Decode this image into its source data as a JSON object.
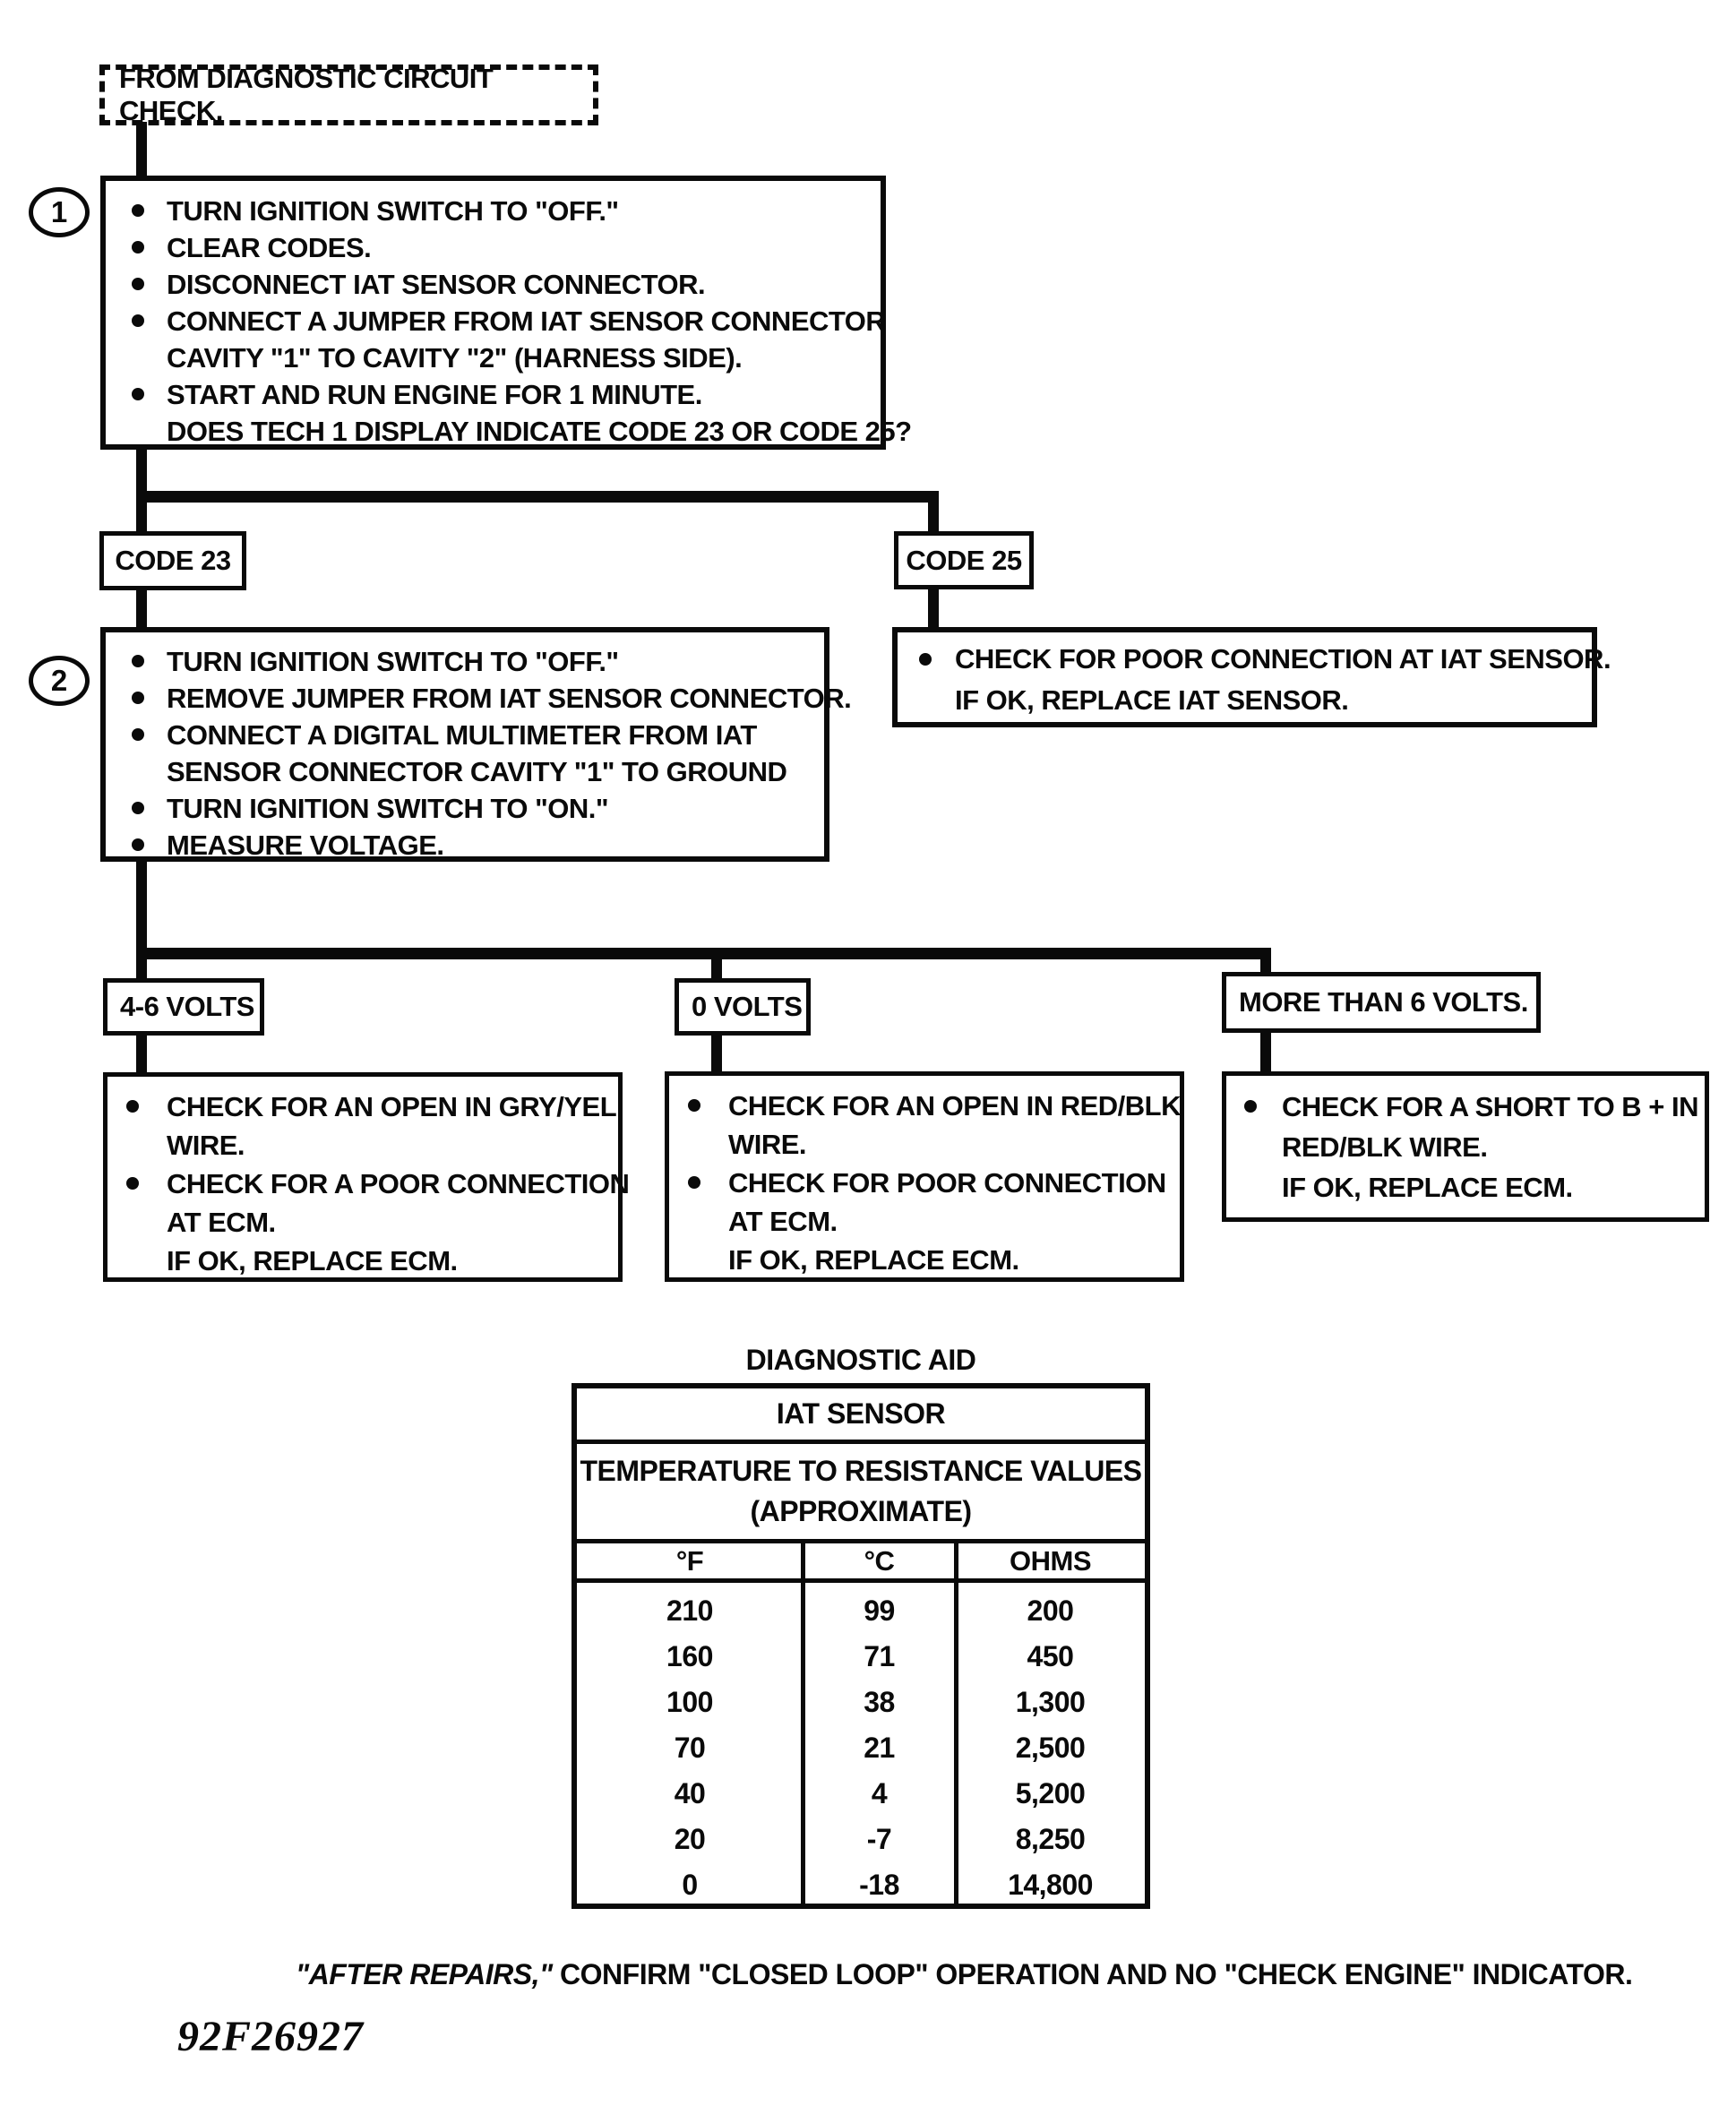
{
  "flow": {
    "entry_label": "FROM DIAGNOSTIC CIRCUIT CHECK.",
    "step1": {
      "badge": "1",
      "lines": [
        {
          "bullet": true,
          "text": "TURN IGNITION SWITCH TO \"OFF.\""
        },
        {
          "bullet": true,
          "text": "CLEAR CODES."
        },
        {
          "bullet": true,
          "text": "DISCONNECT IAT SENSOR CONNECTOR."
        },
        {
          "bullet": true,
          "text": "CONNECT A JUMPER FROM IAT SENSOR CONNECTOR"
        },
        {
          "bullet": false,
          "text": "CAVITY \"1\" TO CAVITY \"2\" (HARNESS SIDE)."
        },
        {
          "bullet": true,
          "text": "START AND RUN ENGINE FOR 1 MINUTE."
        },
        {
          "bullet": false,
          "text": "DOES TECH 1 DISPLAY INDICATE CODE 23 OR CODE 25?"
        }
      ]
    },
    "code23_label": "CODE 23",
    "code25_label": "CODE 25",
    "step2": {
      "badge": "2",
      "lines": [
        {
          "bullet": true,
          "text": "TURN IGNITION SWITCH TO \"OFF.\""
        },
        {
          "bullet": true,
          "text": "REMOVE JUMPER FROM IAT SENSOR CONNECTOR."
        },
        {
          "bullet": true,
          "text": "CONNECT A DIGITAL MULTIMETER FROM IAT"
        },
        {
          "bullet": false,
          "text": "SENSOR CONNECTOR CAVITY \"1\" TO GROUND"
        },
        {
          "bullet": true,
          "text": "TURN IGNITION SWITCH TO \"ON.\""
        },
        {
          "bullet": true,
          "text": "MEASURE VOLTAGE."
        }
      ]
    },
    "iat_action": {
      "lines": [
        {
          "bullet": true,
          "text": "CHECK FOR POOR CONNECTION AT IAT SENSOR."
        },
        {
          "bullet": false,
          "text": "IF OK, REPLACE IAT SENSOR."
        }
      ]
    },
    "volts_4_6_label": "4-6 VOLTS",
    "volts_0_label": "0 VOLTS",
    "volts_more_label": "MORE THAN 6 VOLTS.",
    "action_4_6": {
      "lines": [
        {
          "bullet": true,
          "text": "CHECK FOR AN OPEN IN GRY/YEL"
        },
        {
          "bullet": false,
          "text": "WIRE."
        },
        {
          "bullet": true,
          "text": "CHECK FOR A POOR CONNECTION"
        },
        {
          "bullet": false,
          "text": "AT ECM."
        },
        {
          "bullet": false,
          "text": "IF OK, REPLACE ECM."
        }
      ]
    },
    "action_0": {
      "lines": [
        {
          "bullet": true,
          "text": "CHECK FOR AN OPEN IN RED/BLK"
        },
        {
          "bullet": false,
          "text": "WIRE."
        },
        {
          "bullet": true,
          "text": "CHECK FOR POOR CONNECTION"
        },
        {
          "bullet": false,
          "text": "AT ECM."
        },
        {
          "bullet": false,
          "text": "IF OK, REPLACE ECM."
        }
      ]
    },
    "action_more": {
      "lines": [
        {
          "bullet": true,
          "text": "CHECK FOR A SHORT TO B + IN"
        },
        {
          "bullet": false,
          "text": "RED/BLK WIRE."
        },
        {
          "bullet": false,
          "text": "IF OK, REPLACE ECM."
        }
      ]
    }
  },
  "diagnostic_aid": {
    "title": "DIAGNOSTIC AID",
    "sensor_header": "IAT SENSOR",
    "subheader_line1": "TEMPERATURE TO RESISTANCE VALUES",
    "subheader_line2": "(APPROXIMATE)",
    "columns": {
      "f": "°F",
      "c": "°C",
      "ohms": "OHMS"
    },
    "rows": [
      {
        "f": "210",
        "c": "99",
        "ohms": "200"
      },
      {
        "f": "160",
        "c": "71",
        "ohms": "450"
      },
      {
        "f": "100",
        "c": "38",
        "ohms": "1,300"
      },
      {
        "f": "70",
        "c": "21",
        "ohms": "2,500"
      },
      {
        "f": "40",
        "c": "4",
        "ohms": "5,200"
      },
      {
        "f": "20",
        "c": "-7",
        "ohms": "8,250"
      },
      {
        "f": "0",
        "c": "-18",
        "ohms": "14,800"
      }
    ]
  },
  "footer": {
    "italic_part": "\"AFTER REPAIRS,\"",
    "rest": " CONFIRM \"CLOSED LOOP\" OPERATION AND NO \"CHECK ENGINE\" INDICATOR."
  },
  "figure_id": "92F26927"
}
